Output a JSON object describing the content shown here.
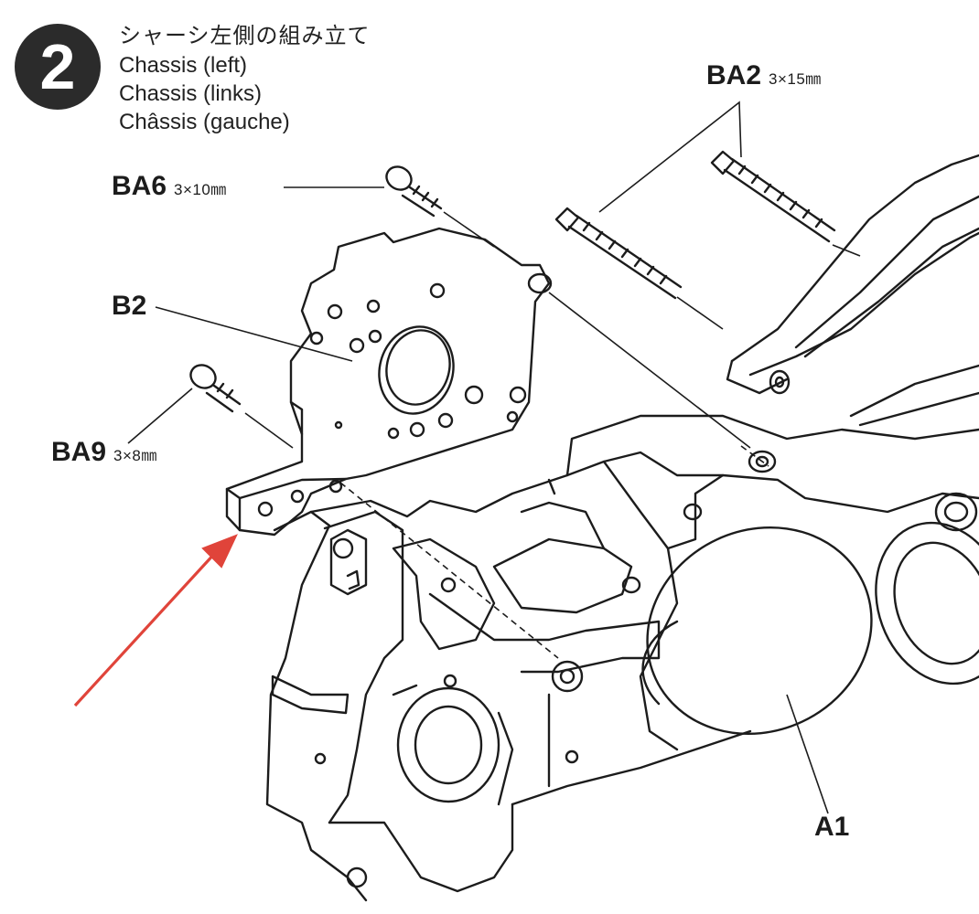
{
  "step": {
    "number": "2",
    "title_jp": "シャーシ左側の組み立て",
    "title_en": "Chassis (left)",
    "title_de": "Chassis (links)",
    "title_fr": "Châssis (gauche)"
  },
  "parts": [
    {
      "code": "BA2",
      "size": "3×15㎜"
    },
    {
      "code": "BA6",
      "size": "3×10㎜"
    },
    {
      "code": "B2",
      "size": ""
    },
    {
      "code": "BA9",
      "size": "3×8㎜"
    },
    {
      "code": "A1",
      "size": ""
    }
  ],
  "colors": {
    "ink": "#1c1c1c",
    "arrow": "#e0443a",
    "badge": "#2b2b2b"
  }
}
